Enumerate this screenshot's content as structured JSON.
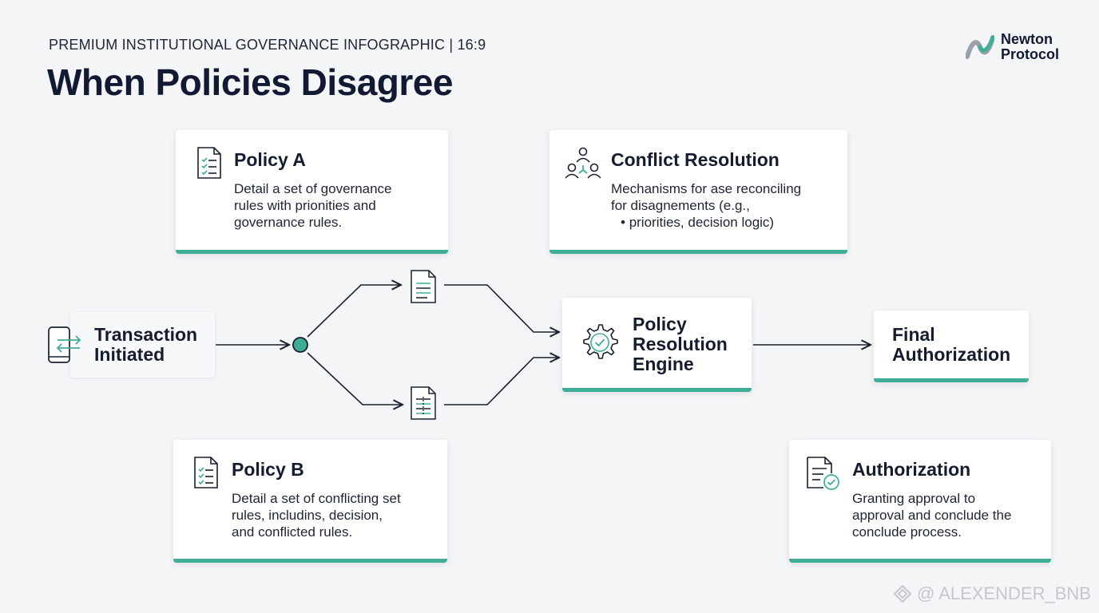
{
  "header": {
    "eyebrow": "PREMIUM INSTITUTIONAL GOVERNANCE INFOGRAPHIC | 16:9",
    "title": "When Policies Disagree",
    "logo_line1": "Newton",
    "logo_line2": "Protocol"
  },
  "cards": {
    "policy_a": {
      "title": "Policy A",
      "lines": [
        "Detail a set of governance",
        "rules with prionities and",
        "governance rules."
      ]
    },
    "conflict_resolution": {
      "title": "Conflict Resolution",
      "lines": [
        "Mechanisms for ase reconciling",
        "for disagnements (e.g.,"
      ],
      "bullet": "priorities, decision logic)"
    },
    "policy_b": {
      "title": "Policy B",
      "lines": [
        "Detail a set of conflicting set",
        "rules, includins, decision,",
        "and conflicted rules."
      ]
    },
    "authorization": {
      "title": "Authorization",
      "lines": [
        "Granting approval to",
        "approval and conclude the",
        "conclude process."
      ]
    }
  },
  "nodes": {
    "transaction": [
      "Transaction",
      "Initiated"
    ],
    "engine": [
      "Policy",
      "Resolution",
      "Engine"
    ],
    "final": [
      "Final",
      "Authorization"
    ]
  },
  "watermark": "@ ALEXENDER_BNB",
  "colors": {
    "accent": "#3fae96",
    "ink": "#131a2e",
    "background": "#f4f5f7"
  }
}
